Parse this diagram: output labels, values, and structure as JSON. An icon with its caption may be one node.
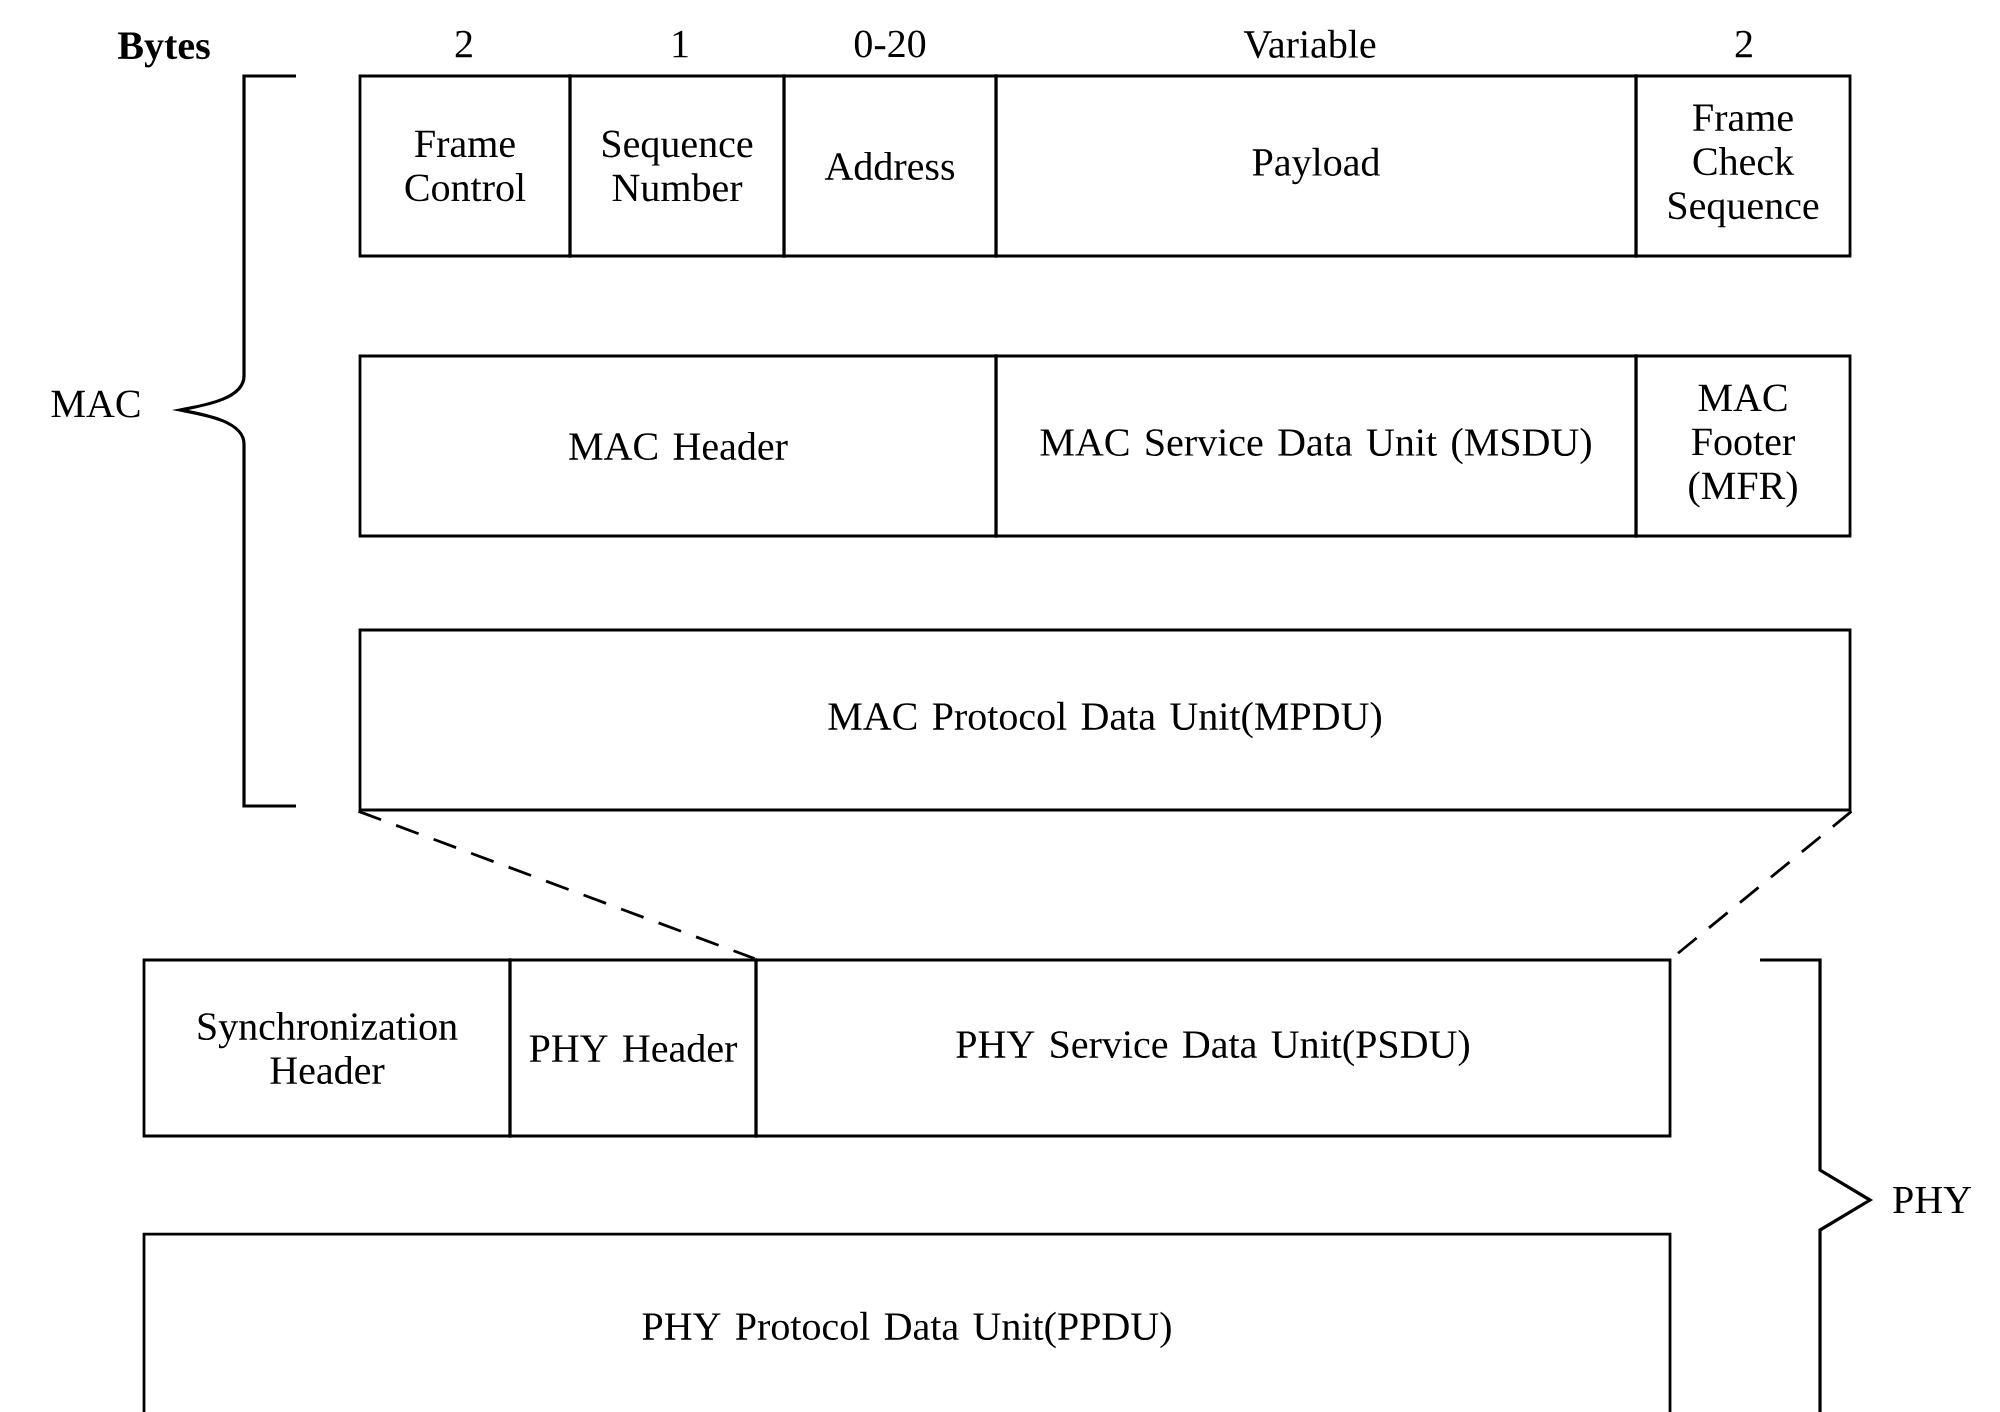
{
  "diagram": {
    "nodes": [
      {
        "text": [
          "Frame Control"
        ]
      },
      {
        "text": [
          "Sequence Number"
        ]
      },
      {
        "text": [
          "Address"
        ]
      },
      {
        "text": [
          "Payload"
        ]
      },
      {
        "text": [
          "Frame Check Sequence"
        ]
      },
      {
        "text": [
          "MAC Header"
        ]
      },
      {
        "text": [
          "MAC Service Data Unit (MSDU)"
        ]
      },
      {
        "text": [
          "MAC Footer (MFR)"
        ]
      },
      {
        "text": [
          "MAC Protocol Data Unit(MPDU)"
        ]
      },
      {
        "text": [
          "Synchronization Header"
        ]
      },
      {
        "text": [
          "PHY Header"
        ]
      },
      {
        "text": [
          "PHY Service Data Unit(PSDU)"
        ]
      },
      {
        "text": [
          "PHY Protocol Data Unit(PPDU)"
        ]
      }
    ],
    "edges": [
      {
        "from": 8,
        "to": 11,
        "arrow": "none",
        "style": "dashed"
      },
      {
        "from": 8,
        "to": 11,
        "arrow": "none",
        "style": "dashed"
      }
    ],
    "labels": [
      "Bytes",
      "2",
      "1",
      "0-20",
      "Variable",
      "2",
      "MAC",
      "PHY"
    ]
  }
}
